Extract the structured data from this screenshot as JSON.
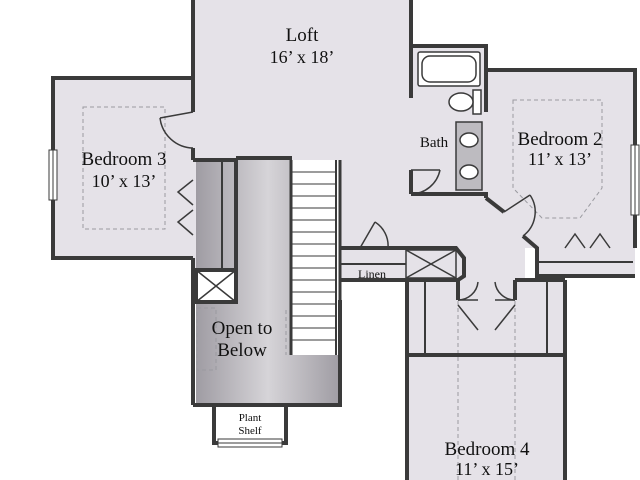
{
  "colors": {
    "room_fill": "#e5e2e8",
    "wall": "#3a3a3a",
    "stair_fill": "#ffffff",
    "open_fill": "#b7b4bb",
    "dash": "#9a9aa0"
  },
  "rooms": {
    "loft": {
      "name": "Loft",
      "dims": "16’ x 18’"
    },
    "bedroom3": {
      "name": "Bedroom 3",
      "dims": "10’ x 13’"
    },
    "bedroom2": {
      "name": "Bedroom 2",
      "dims": "11’ x 13’"
    },
    "bedroom4": {
      "name": "Bedroom 4",
      "dims": "11’ x 15’"
    },
    "bath": {
      "name": "Bath"
    },
    "linen": {
      "name": "Linen"
    },
    "open_below": {
      "line1": "Open to",
      "line2": "Below"
    },
    "plant_shelf": {
      "line1": "Plant",
      "line2": "Shelf"
    }
  },
  "icons": [
    "bathtub-icon",
    "toilet-icon",
    "sink-icon",
    "door-swing-icon",
    "stairs-icon",
    "window-icon"
  ]
}
